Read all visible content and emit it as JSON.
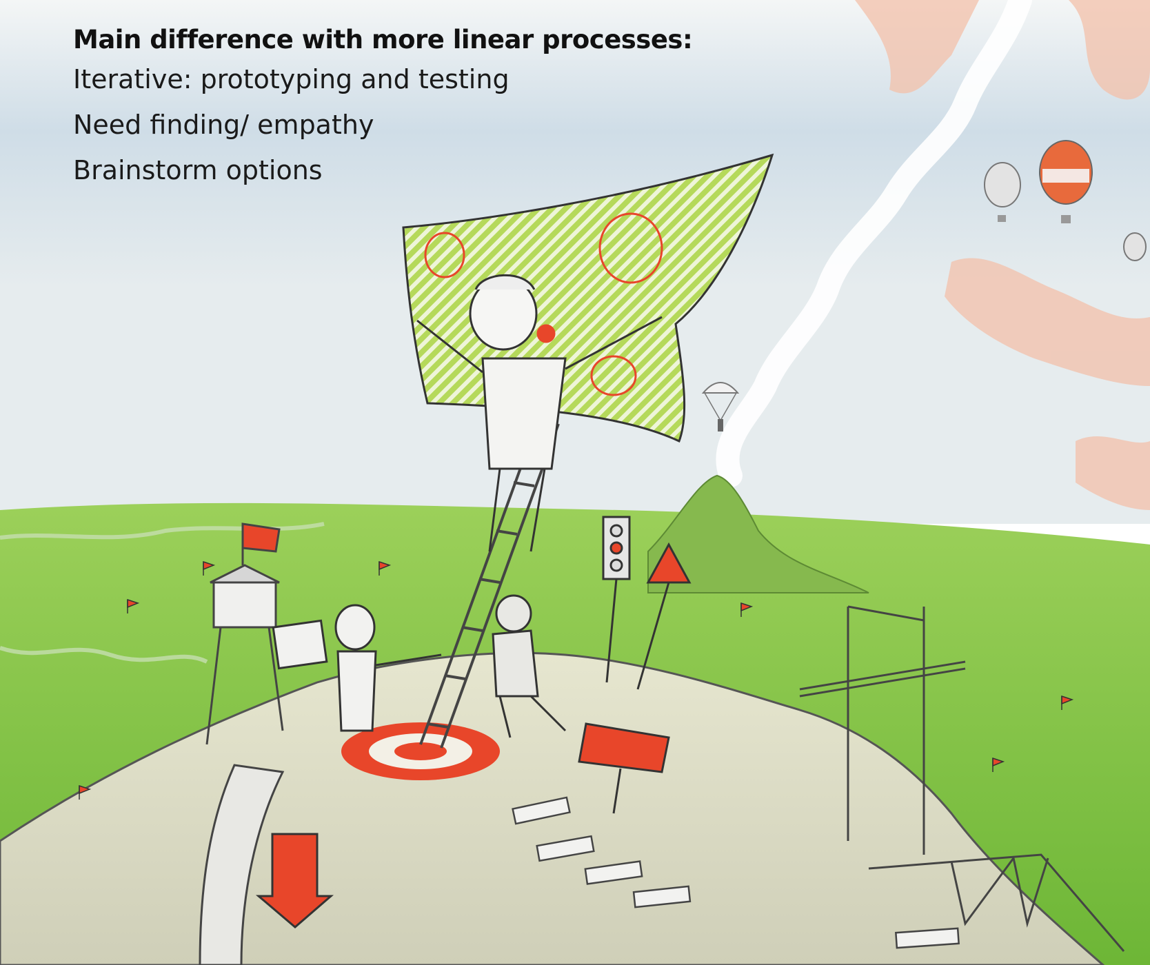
{
  "text": {
    "heading": "Main difference with more linear processes:",
    "points": [
      "Iterative: prototyping and testing",
      "Need finding/ empathy",
      "Brainstorm options"
    ]
  },
  "colors": {
    "sky_top": "#c9d9e6",
    "sky_bottom": "#e8eef0",
    "field_green": "#7fc241",
    "hill": "#dcdcc4",
    "accent_red": "#e8462a",
    "map_green": "#a8d24a",
    "smoke": "#ffffff",
    "cloud_salmon": "#f3b9a3"
  }
}
